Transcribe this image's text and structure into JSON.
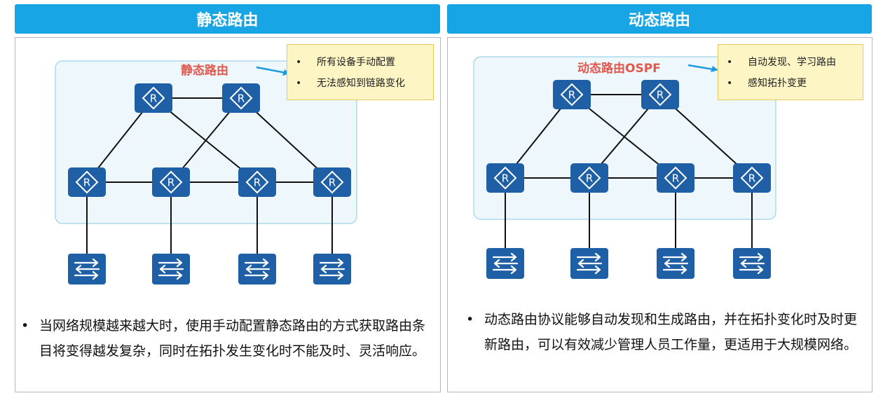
{
  "left": {
    "title": "静态路由",
    "zone_label": "静态路由",
    "notes": [
      "所有设备手动配置",
      "无法感知到链路变化"
    ],
    "bullet": "•",
    "description": "当网络规模越来越大时，使用手动配置静态路由的方式获取路由条目将变得越发复杂，同时在拓扑发生变化时不能及时、灵活响应。"
  },
  "right": {
    "title": "动态路由",
    "zone_label": "动态路由OSPF",
    "notes": [
      "自动发现、学习路由",
      "感知拓扑变更"
    ],
    "bullet": "•",
    "description": "动态路由协议能够自动发现和生成路由，并在拓扑变化时及时更新路由，可以有效减少管理人员工作量，更适用于大规模网络。"
  },
  "icons": {
    "router_letter": "R",
    "router": "router-icon",
    "switch": "switch-icon"
  },
  "colors": {
    "header": "#17a5e6",
    "device": "#1f5fa6",
    "zone_fill": "#eef7fb",
    "zone_border": "#9bd3ea",
    "note_fill": "#fdf5c4",
    "label_red": "#e0584e",
    "arrow": "#1d9be0"
  }
}
